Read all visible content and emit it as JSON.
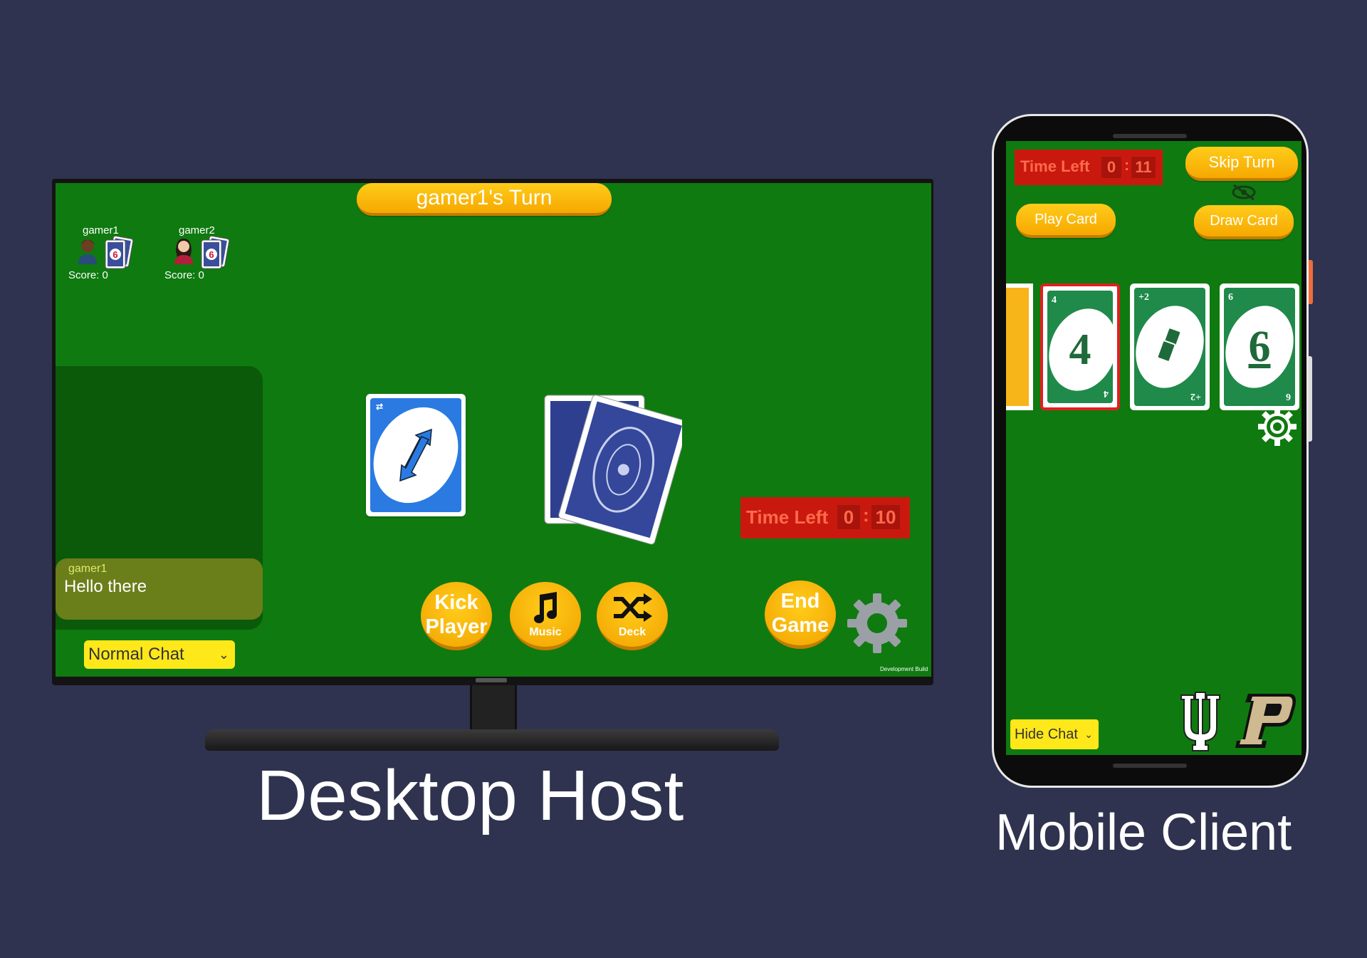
{
  "desktop": {
    "turn_banner": "gamer1's Turn",
    "players": [
      {
        "name": "gamer1",
        "score": "Score: 0",
        "card_count": "6"
      },
      {
        "name": "gamer2",
        "score": "Score: 0",
        "card_count": "6"
      }
    ],
    "chat": {
      "sender": "gamer1",
      "message": "Hello there",
      "mode": "Normal Chat"
    },
    "timer": {
      "label": "Time Left",
      "minutes": "0",
      "seconds": "10"
    },
    "buttons": {
      "kick_line1": "Kick",
      "kick_line2": "Player",
      "music": "Music",
      "deck": "Deck",
      "end_line1": "End",
      "end_line2": "Game"
    },
    "dev_build": "Development Build",
    "label": "Desktop Host"
  },
  "mobile": {
    "timer": {
      "label": "Time Left",
      "minutes": "0",
      "seconds": "11"
    },
    "skip_turn": "Skip Turn",
    "play_card": "Play Card",
    "draw_card": "Draw Card",
    "hand": [
      {
        "value": "4",
        "corner": "4"
      },
      {
        "value": "",
        "corner": "+2"
      },
      {
        "value": "6",
        "corner": "6"
      }
    ],
    "hide_chat": "Hide Chat",
    "label": "Mobile Client"
  },
  "colors": {
    "background": "#2f334f",
    "table_green": "#0f7a0f",
    "button_yellow": "#f6a800",
    "timer_red": "#c9190f",
    "card_blue": "#2a7ae2",
    "card_green": "#1f8a4a"
  }
}
